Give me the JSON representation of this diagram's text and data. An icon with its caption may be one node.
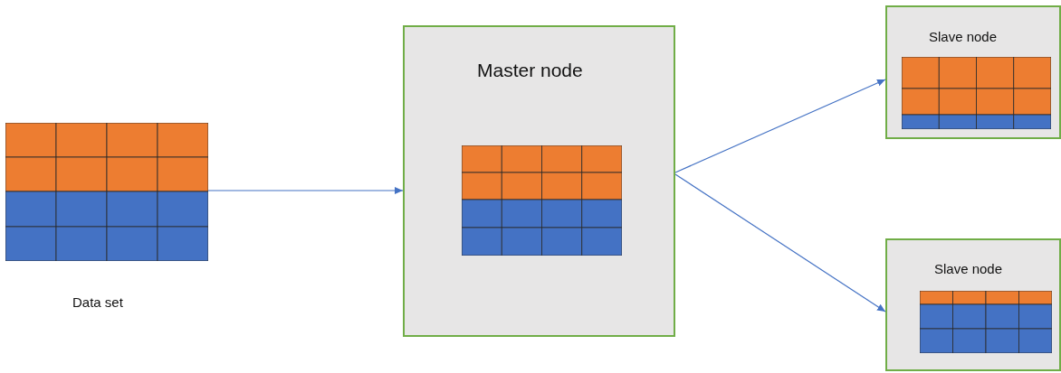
{
  "diagram": {
    "nodes": [
      {
        "text": [],
        "shape": "grid",
        "beside": [
          "Data set"
        ]
      },
      {
        "text": [
          "Master node"
        ]
      },
      {
        "text": [
          "Slave node"
        ]
      },
      {
        "text": [
          "Slave node"
        ]
      }
    ],
    "edges": [
      {
        "from": 0,
        "to": 1,
        "arrow": "to"
      },
      {
        "from": 1,
        "to": 2,
        "arrow": "to"
      },
      {
        "from": 1,
        "to": 3,
        "arrow": "to"
      }
    ]
  }
}
